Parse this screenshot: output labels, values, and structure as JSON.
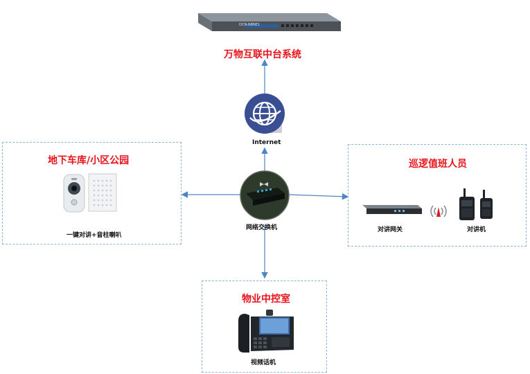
{
  "platform": {
    "title": "万物互联中台系统",
    "device_text": "DCN-NBNE1"
  },
  "internet": {
    "label": "Internet"
  },
  "switch": {
    "label": "网络交换机"
  },
  "garage": {
    "title": "地下车库/小区公园",
    "caption": "一键对讲+音柱喇叭"
  },
  "patrol": {
    "title": "巡逻值班人员",
    "gateway_caption": "对讲网关",
    "radio_caption": "对讲机"
  },
  "control_room": {
    "title": "物业中控室",
    "phone_caption": "视频话机"
  },
  "colors": {
    "title_red": "#e8141b",
    "connector_blue": "#4a86c5",
    "dashed_border": "#8fb4de",
    "globe_navy": "#3a4f93"
  },
  "icons": [
    "server-rack-icon",
    "globe-icon",
    "network-switch-icon",
    "intercom-icon",
    "speaker-column-icon",
    "gateway-icon",
    "wireless-signal-icon",
    "walkie-talkie-icon",
    "video-phone-icon"
  ]
}
